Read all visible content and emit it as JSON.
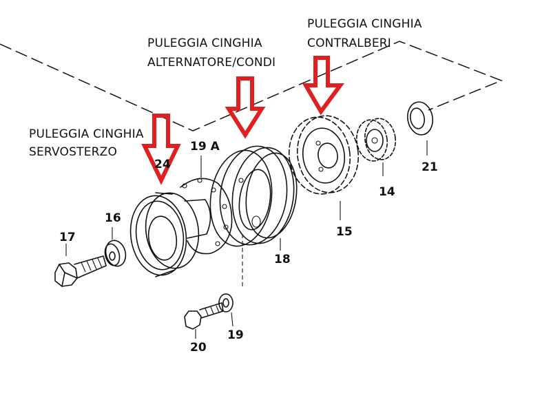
{
  "labels": {
    "servosterzo_line1": "PULEGGIA CINGHIA",
    "servosterzo_line2": "SERVOSTERZO",
    "alternatore_line1": "PULEGGIA CINGHIA",
    "alternatore_line2": "ALTERNATORE/CONDI",
    "contralberi_line1": "PULEGGIA CINGHIA",
    "contralberi_line2": "CONTRALBERI"
  },
  "part_numbers": {
    "p14": "14",
    "p15": "15",
    "p16": "16",
    "p17": "17",
    "p18": "18",
    "p19": "19",
    "p19a": "19 A",
    "p20": "20",
    "p21": "21",
    "p24": "24"
  },
  "colors": {
    "arrow": "#e02020",
    "ink": "#111111",
    "background": "#ffffff"
  }
}
